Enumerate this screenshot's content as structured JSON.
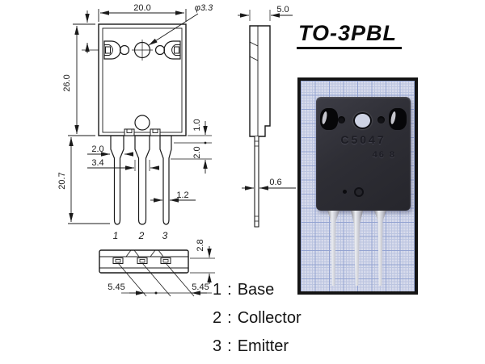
{
  "title": "TO-3PBL",
  "front_view": {
    "dim_body_width": "20.0",
    "dim_hole_dia": "φ3.3",
    "dim_body_height": "26.0",
    "dim_lead_length": "20.7",
    "dim_lead_width": "2.0",
    "dim_center_lead_width": "3.4",
    "dim_tab_offset": "1.0",
    "dim_shoulder_length": "2.0",
    "dim_lead_thin_width": "1.2",
    "lead_labels": [
      "1",
      "2",
      "3"
    ]
  },
  "side_view": {
    "dim_body_thickness": "5.0",
    "dim_lead_thickness": "0.6"
  },
  "bottom_view": {
    "dim_base_height": "2.8",
    "dim_lead_pitch_left": "5.45",
    "dim_lead_pitch_right": "5.45"
  },
  "photo": {
    "marking_line1": "C5047",
    "marking_line2": "46 8"
  },
  "legend": {
    "separator": ":",
    "items": [
      {
        "num": "1",
        "name": "Base"
      },
      {
        "num": "2",
        "name": "Collector"
      },
      {
        "num": "3",
        "name": "Emitter"
      }
    ]
  },
  "colors": {
    "drawing_line": "#1a1a1a",
    "graph_paper": "#d7dbec",
    "graph_grid": "#93a3d1",
    "device_body": "#2e2e35",
    "lead_silver": "#c2c3cc"
  }
}
